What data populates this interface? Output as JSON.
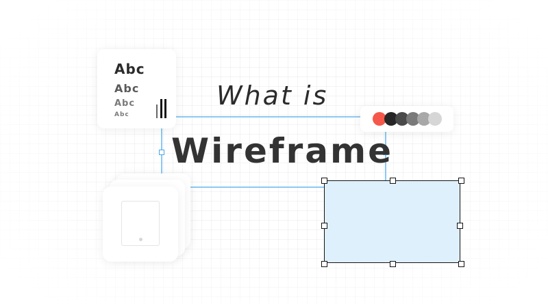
{
  "headline": {
    "line1": "What is",
    "line2": "Wireframe"
  },
  "typography_card": {
    "samples": [
      "Abc",
      "Abc",
      "Abc",
      "Abc"
    ],
    "icon": "text-bars-icon"
  },
  "palette_card": {
    "swatches": [
      "#f5584a",
      "#262626",
      "#4a4a4a",
      "#7a7a7a",
      "#a8a8a8",
      "#d6d6d6"
    ]
  },
  "device_stack": {
    "icon": "tablet-icon",
    "layers": 3
  },
  "selection": {
    "fill": "#dff0fd",
    "border": "#111111",
    "handles": 8
  },
  "colors": {
    "connector": "#8cc8f2",
    "text": "#333333"
  }
}
